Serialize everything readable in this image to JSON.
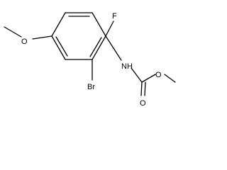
{
  "structure": {
    "atoms": {
      "fluorine": "F",
      "bromine": "Br",
      "methoxy_oxygen": "O",
      "amide_nitrogen": "NH",
      "carbonyl_oxygen": "O",
      "ester_oxygen": "O"
    },
    "colors": {
      "bond": "#000000",
      "label": "#000000",
      "background": "#ffffff"
    }
  }
}
